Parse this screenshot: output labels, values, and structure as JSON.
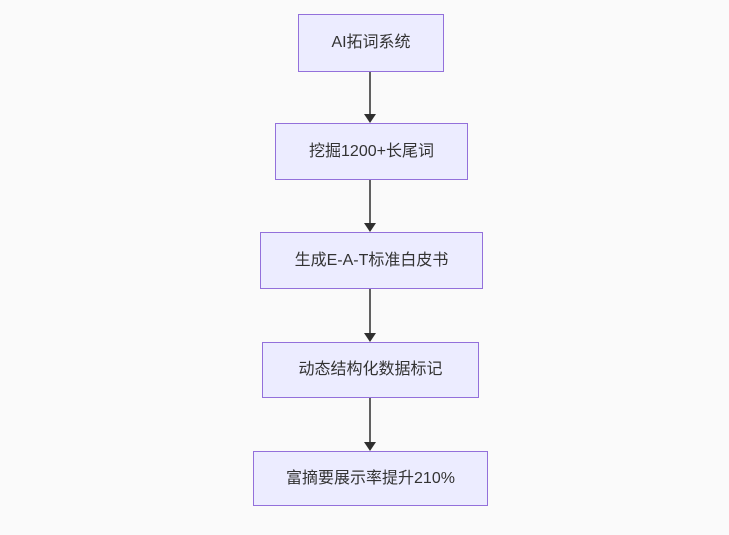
{
  "diagram": {
    "type": "flowchart",
    "direction": "top-down",
    "colors": {
      "background": "#fafafa",
      "node_fill": "#ececff",
      "node_border": "#9370db",
      "node_text": "#333333",
      "edge_line": "#616161",
      "edge_arrowhead": "#2f2f2f"
    },
    "nodes": [
      {
        "label": "AI拓词系统"
      },
      {
        "label": "挖掘1200+长尾词"
      },
      {
        "label": "生成E-A-T标准白皮书"
      },
      {
        "label": "动态结构化数据标记"
      },
      {
        "label": "富摘要展示率提升210%"
      }
    ],
    "edges": [
      {
        "from": "AI拓词系统",
        "to": "挖掘1200+长尾词"
      },
      {
        "from": "挖掘1200+长尾词",
        "to": "生成E-A-T标准白皮书"
      },
      {
        "from": "生成E-A-T标准白皮书",
        "to": "动态结构化数据标记"
      },
      {
        "from": "动态结构化数据标记",
        "to": "富摘要展示率提升210%"
      }
    ]
  }
}
